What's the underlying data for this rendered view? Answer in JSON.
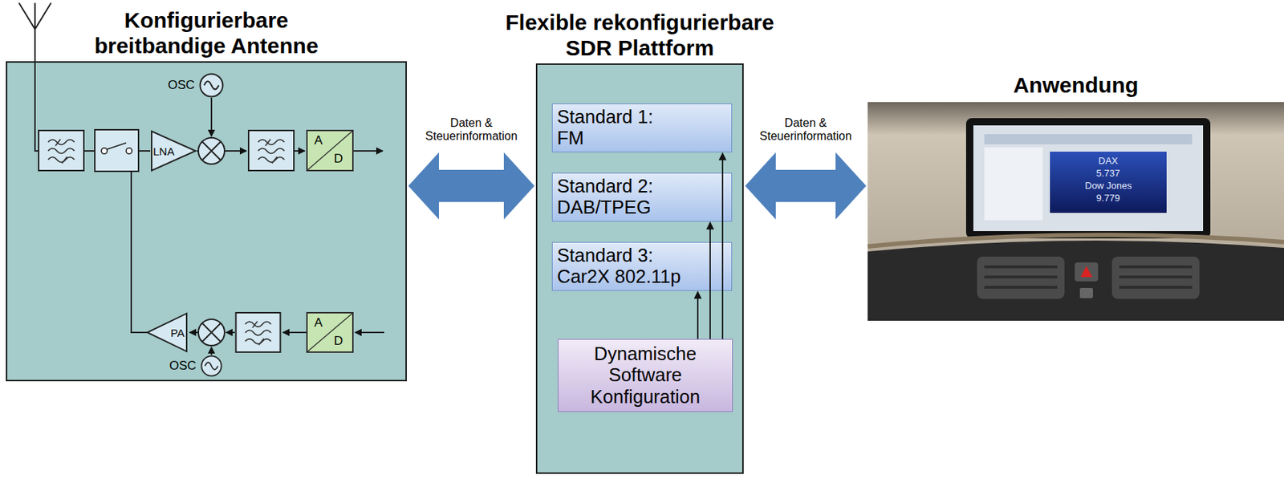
{
  "diagram": {
    "nodes": [
      {
        "text": [
          "Konfigurierbare breitbandige Antenne"
        ]
      },
      {
        "text": [
          "OSC"
        ],
        "in": 0
      },
      {
        "text": [
          "LNA"
        ],
        "in": 0
      },
      {
        "text": [
          "A",
          "D"
        ],
        "in": 0
      },
      {
        "text": [
          "PA"
        ],
        "in": 0
      },
      {
        "text": [
          "A",
          "D"
        ],
        "in": 0
      },
      {
        "text": [
          "OSC"
        ],
        "in": 0
      },
      {
        "text": [
          "Flexible rekonfigurierbare SDR Plattform"
        ]
      },
      {
        "text": [
          "Standard 1: FM"
        ],
        "in": 7
      },
      {
        "text": [
          "Standard 2: DAB/TPEG"
        ],
        "in": 7
      },
      {
        "text": [
          "Standard 3: Car2X 802.11p"
        ],
        "in": 7
      },
      {
        "text": [
          "Dynamische Software Konfiguration"
        ],
        "in": 7
      },
      {
        "text": [
          "Anwendung"
        ]
      }
    ],
    "edges": [
      {
        "from": 0,
        "to": 7,
        "label": "Daten & Steuerinformation",
        "arrow": "both"
      },
      {
        "from": 7,
        "to": 12,
        "label": "Daten & Steuerinformation",
        "arrow": "both"
      },
      {
        "from": 11,
        "to": 10,
        "arrow": "to"
      },
      {
        "from": 11,
        "to": 9,
        "arrow": "to"
      },
      {
        "from": 11,
        "to": 8,
        "arrow": "to"
      }
    ],
    "labels": [
      "DAX",
      "5.737",
      "Dow Jones",
      "9.779"
    ]
  }
}
